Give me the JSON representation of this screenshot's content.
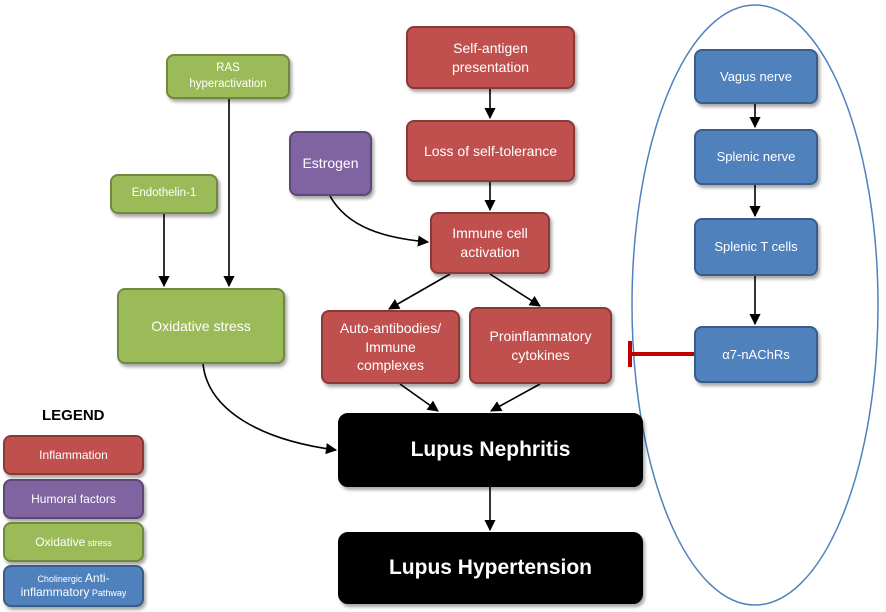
{
  "nodes": {
    "ras": "RAS\nhyperactivation",
    "endothelin": "Endothelin-1",
    "oxidative": "Oxidative stress",
    "estrogen": "Estrogen",
    "self_antigen": "Self-antigen\npresentation",
    "loss_tolerance": "Loss of self-tolerance",
    "immune_activation": "Immune cell\nactivation",
    "autoantibodies": "Auto-antibodies/\nImmune\ncomplexes",
    "cytokines": "Proinflammatory\ncytokines",
    "vagus": "Vagus nerve",
    "splenic_nerve": "Splenic nerve",
    "splenic_t": "Splenic T cells",
    "a7nachr": "α7-nAChRs",
    "nephritis": "Lupus Nephritis",
    "hypertension": "Lupus Hypertension"
  },
  "legend": {
    "title": "LEGEND",
    "inflammation": "Inflammation",
    "humoral": "Humoral factors",
    "oxidative_main": "Oxidative",
    "oxidative_small": " stress",
    "chol_small1": "Cholinergic ",
    "chol_main1": "Anti-",
    "chol_main2": "inflammatory",
    "chol_small2": " Pathway"
  },
  "colors": {
    "inflammation": "#c0504d",
    "humoral": "#8064a2",
    "oxidative": "#9bbb59",
    "cholinergic": "#4f81bd",
    "inhibition": "#c00000",
    "ellipse": "#4f81bd"
  }
}
